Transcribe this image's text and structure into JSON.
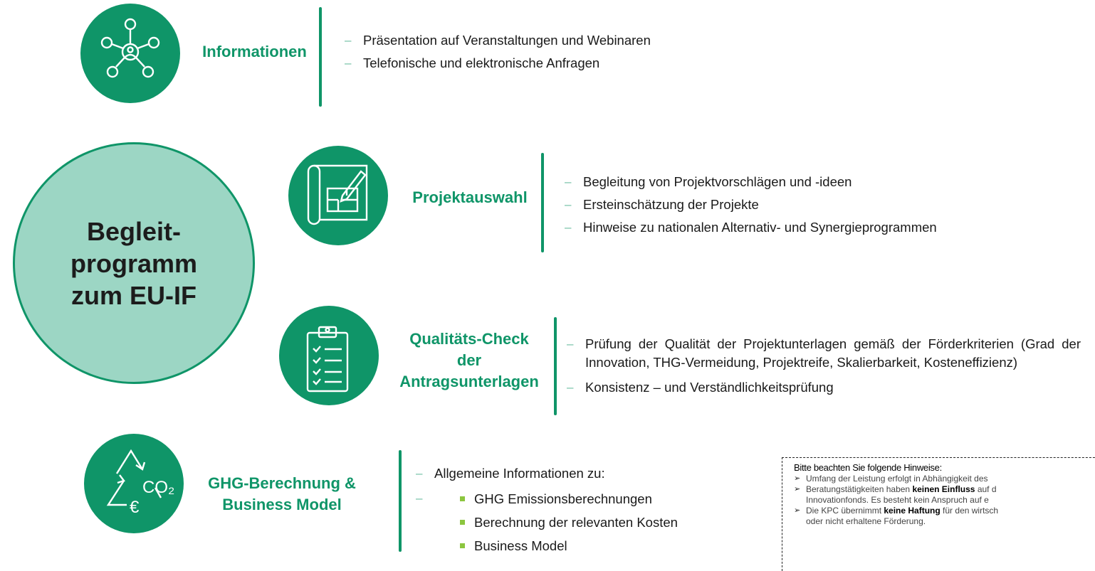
{
  "center": {
    "title": "Begleit-\nprogramm\nzum EU-IF"
  },
  "sections": [
    {
      "icon": "network-icon",
      "label": "Informationen",
      "items": [
        "Präsentation auf Veranstaltungen und Webinaren",
        "Telefonische und elektronische Anfragen"
      ]
    },
    {
      "icon": "blueprint-icon",
      "label": "Projektauswahl",
      "items": [
        "Begleitung von Projektvorschlägen und -ideen",
        "Ersteinschätzung der Projekte",
        "Hinweise zu nationalen Alternativ- und Synergieprogrammen"
      ]
    },
    {
      "icon": "clipboard-checklist-icon",
      "label": "Qualitäts-Check\nder\nAntragsunterlagen",
      "items": [
        "Prüfung der Qualität der Projektunterlagen gemäß der Förderkriterien (Grad der Innovation, THG-Vermeidung, Projektreife, Skalierbarkeit, Kosteneffizienz)",
        "Konsistenz – und Verständlichkeitsprüfung"
      ]
    },
    {
      "icon": "recycle-co2-euro-icon",
      "icon_text": "CO₂",
      "icon_currency": "€",
      "label": "GHG-Berechnung &\nBusiness Model",
      "items": [
        "Allgemeine Informationen zu:"
      ],
      "subitems": [
        "GHG Emissionsberechnungen",
        "Berechnung der relevanten Kosten",
        "Business Model"
      ]
    }
  ],
  "notes": {
    "title": "Bitte beachten Sie folgende Hinweise:",
    "items": [
      {
        "pre": "Umfang der Leistung erfolgt in Abhängigkeit des",
        "bold": "",
        "post": ""
      },
      {
        "pre": "Beratungstätigkeiten haben ",
        "bold": "keinen Einfluss",
        "post": " auf d"
      },
      {
        "pre": "Innovationfonds. Es besteht kein Anspruch auf e",
        "bold": "",
        "post": ""
      },
      {
        "pre": "Die KPC übernimmt ",
        "bold": "keine Haftung",
        "post": " für den wirtsch"
      },
      {
        "pre": "oder nicht erhaltene Förderung.",
        "bold": "",
        "post": ""
      }
    ]
  },
  "colors": {
    "accent": "#0f9568",
    "circle_fill": "#9cd6c4",
    "dash": "#6fbfa3",
    "bullet": "#8cc63f"
  }
}
